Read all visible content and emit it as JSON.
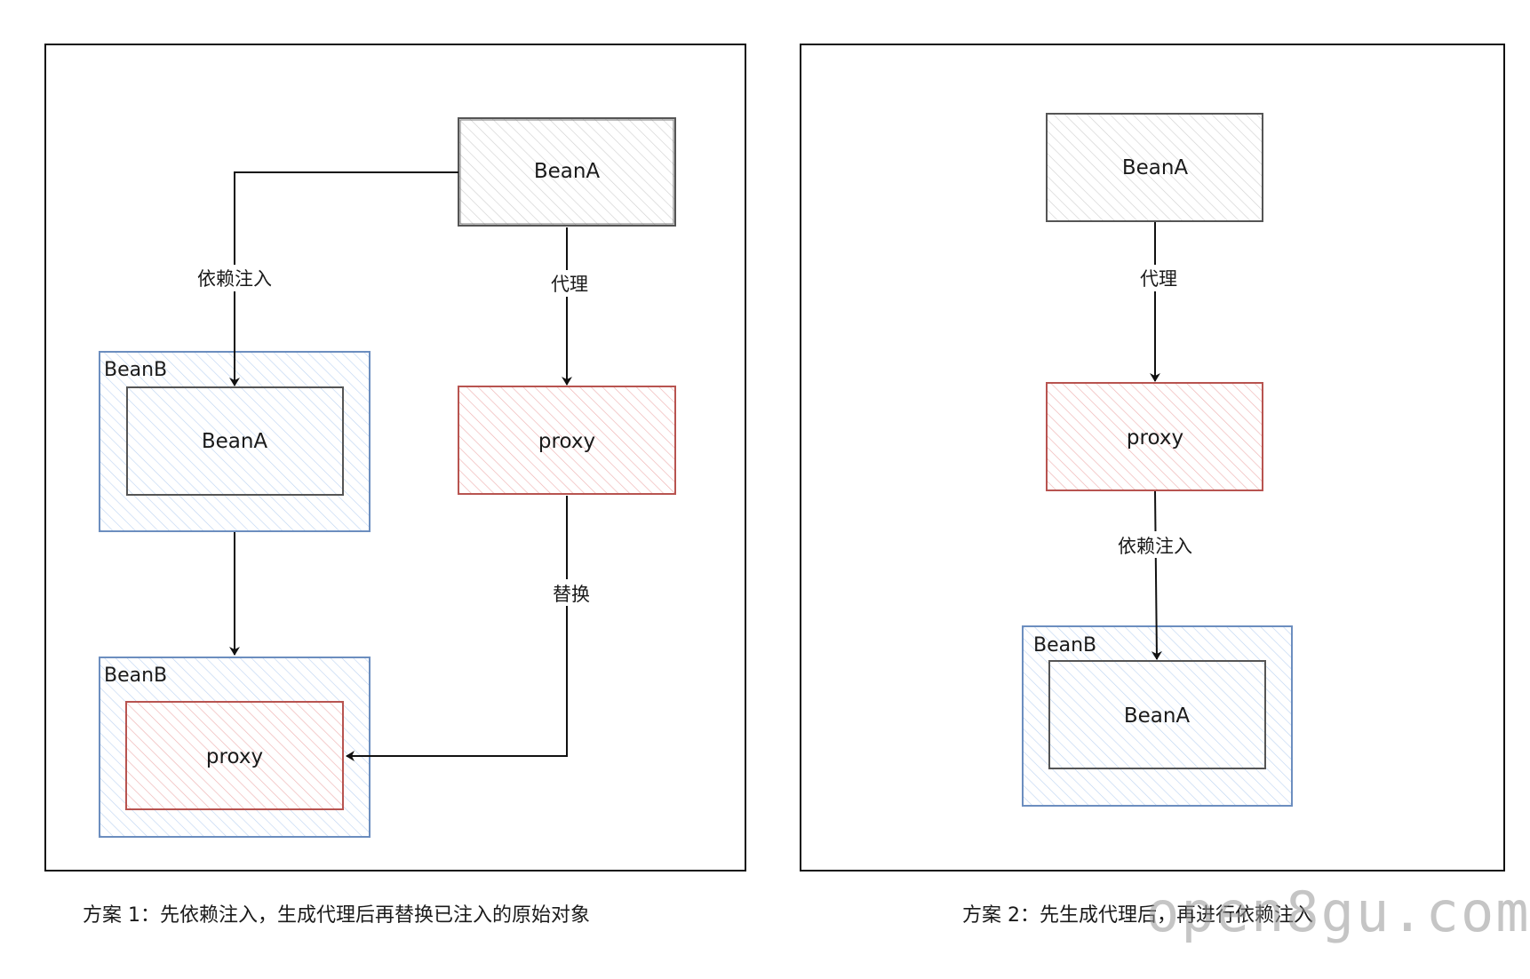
{
  "panel1": {
    "source": "BeanA",
    "proxy": "proxy",
    "container_top": "BeanB",
    "container_top_inner": "BeanA",
    "container_bottom": "BeanB",
    "container_bottom_inner": "proxy",
    "edge_inject": "依赖注入",
    "edge_proxy": "代理",
    "edge_replace": "替换",
    "caption": "方案 1：先依赖注入，生成代理后再替换已注入的原始对象"
  },
  "panel2": {
    "source": "BeanA",
    "proxy": "proxy",
    "container": "BeanB",
    "container_inner": "BeanA",
    "edge_proxy": "代理",
    "edge_inject": "依赖注入",
    "caption": "方案 2：先生成代理后，再进行依赖注入"
  },
  "watermark": "open8gu.com",
  "colors": {
    "gray_stroke": "#555555",
    "blue_stroke": "#6c8ebf",
    "red_stroke": "#b85450",
    "gray_fill": "#d9d9d9",
    "blue_fill": "#c9dcf5",
    "red_fill": "#f3c2c2"
  }
}
